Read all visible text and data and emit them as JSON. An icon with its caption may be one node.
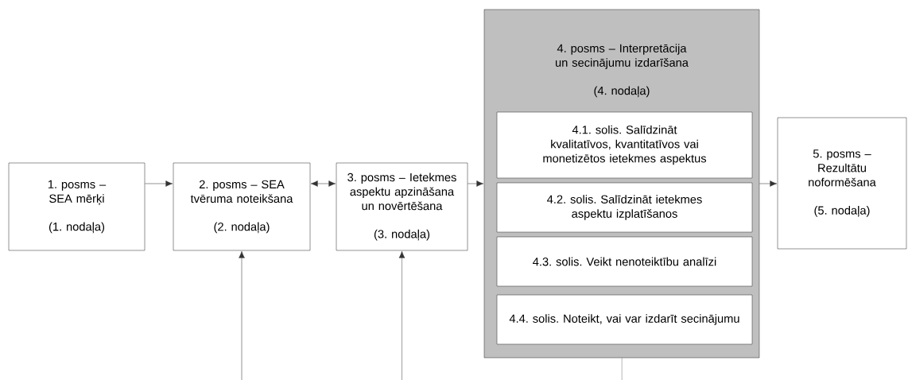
{
  "diagram": {
    "nodes": [
      {
        "text": [
          "1. posms – SEA mērķi",
          "(1. nodaļa)"
        ]
      },
      {
        "text": [
          "2. posms – SEA tvēruma noteikšana",
          "(2. nodaļa)"
        ]
      },
      {
        "text": [
          "3. posms – Ietekmes aspektu apzināšana un novērtēšana",
          "(3. nodaļa)"
        ]
      },
      {
        "text": [
          "4. posms – Interpretācija un secinājumu izdarīšana",
          "(4. nodaļa)"
        ]
      },
      {
        "text": [
          "4.1. solis. Salīdzināt kvalitatīvos, kvantitatīvos vai monetizētos ietekmes aspektus"
        ],
        "in": 3
      },
      {
        "text": [
          "4.2. solis. Salīdzināt ietekmes aspektu izplatīšanos"
        ],
        "in": 3
      },
      {
        "text": [
          "4.3. solis. Veikt nenoteiktību analīzi"
        ],
        "in": 3
      },
      {
        "text": [
          "4.4. solis. Noteikt, vai var izdarīt secinājumu"
        ],
        "in": 3
      },
      {
        "text": [
          "5. posms – Rezultātu noformēšana",
          "(5. nodaļa)"
        ]
      }
    ],
    "edges": [
      {
        "from": 0,
        "to": 1,
        "arrow": "to"
      },
      {
        "from": 1,
        "to": 2,
        "arrow": "both"
      },
      {
        "from": 2,
        "to": 3,
        "arrow": "to"
      },
      {
        "from": 3,
        "to": 8,
        "arrow": "to"
      },
      {
        "from": null,
        "to": 1,
        "arrow": "to"
      },
      {
        "from": null,
        "to": 2,
        "arrow": "to"
      },
      {
        "from": 3,
        "to": null,
        "arrow": "none"
      }
    ]
  }
}
